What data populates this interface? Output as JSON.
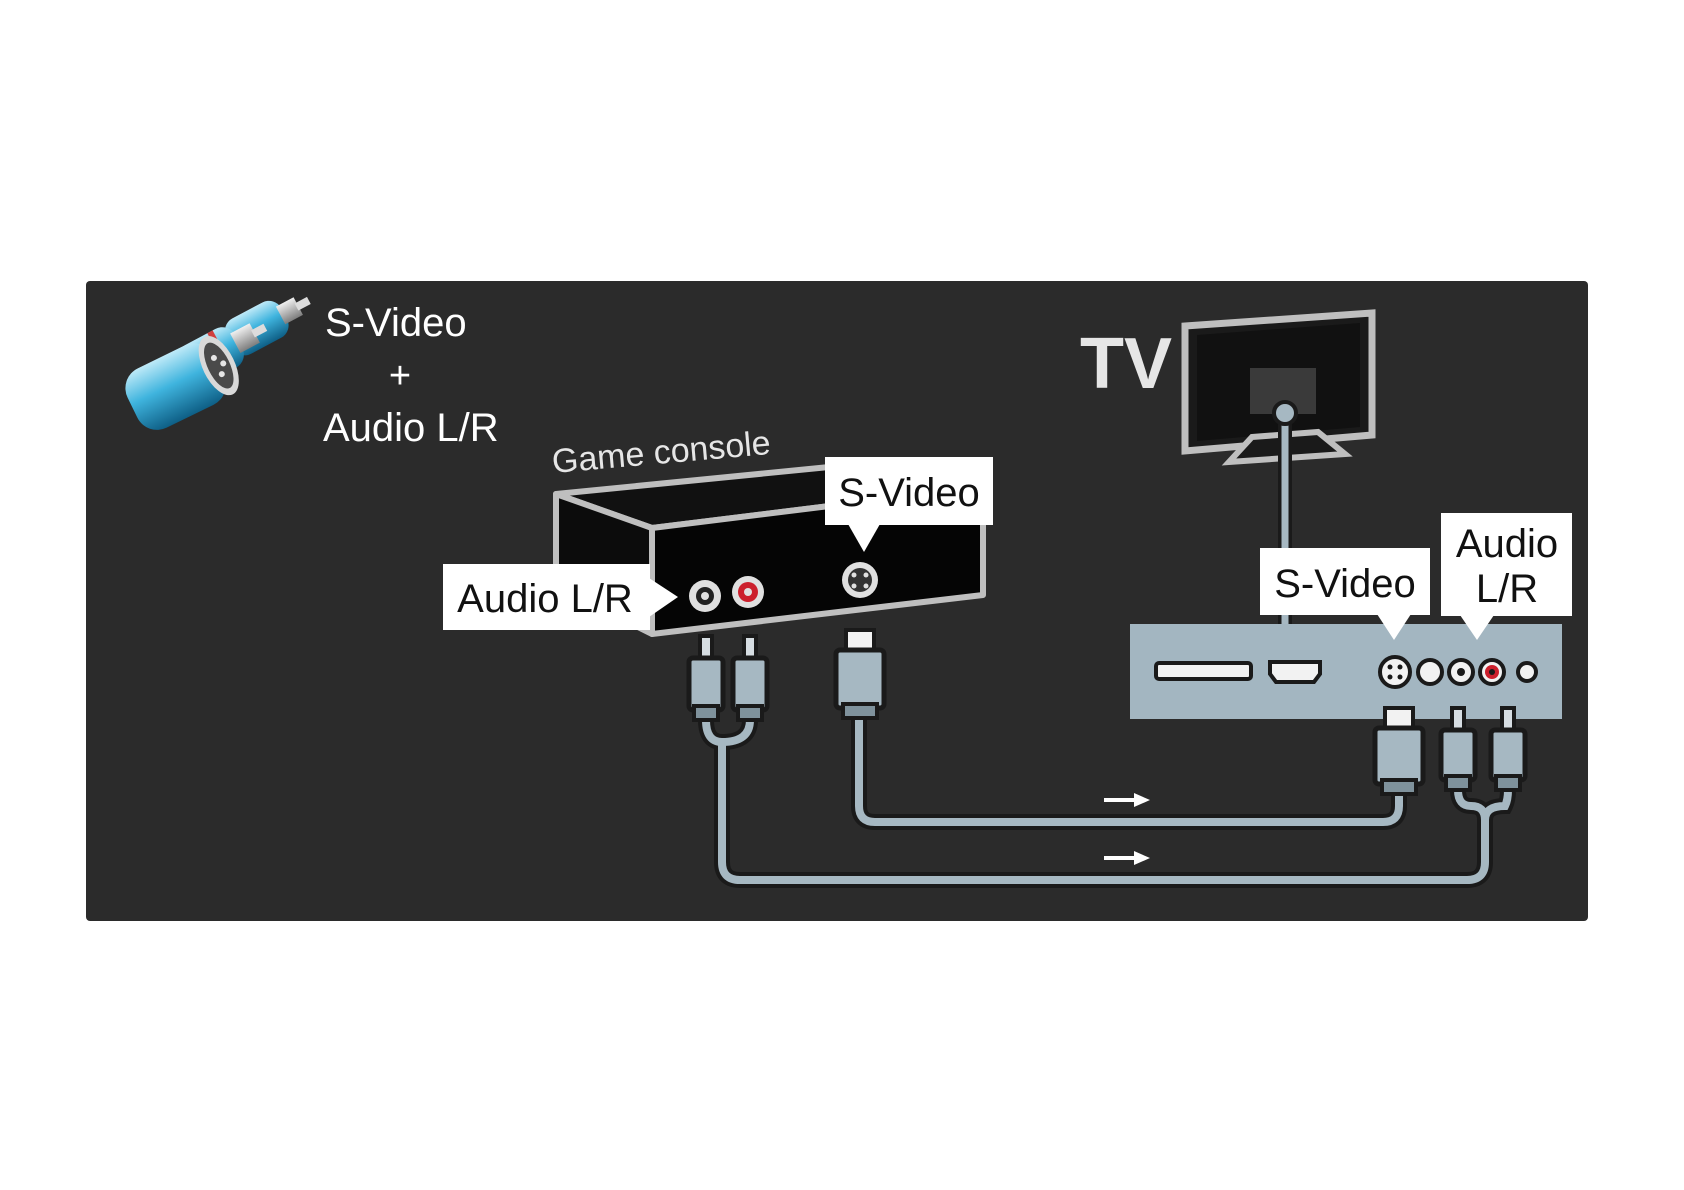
{
  "header": {
    "line1": "S-Video",
    "line2": "+",
    "line3": "Audio L/R"
  },
  "tv_label": "TV",
  "device": {
    "name": "Game console",
    "svideo_label": "S-Video",
    "audio_label": "Audio L/R"
  },
  "tv_panel": {
    "svideo_label": "S-Video",
    "audio_label_line1": "Audio",
    "audio_label_line2": "L/R"
  },
  "colors": {
    "panel_background": "#2b2b2b",
    "cable": "#a6b8c2",
    "connector_panel": "#a3b6c1",
    "audio_right": "#cc1f2c",
    "label_background": "#ffffff"
  },
  "icons": [
    "cable-plugs-icon",
    "tv-icon",
    "flow-arrow-icon"
  ]
}
